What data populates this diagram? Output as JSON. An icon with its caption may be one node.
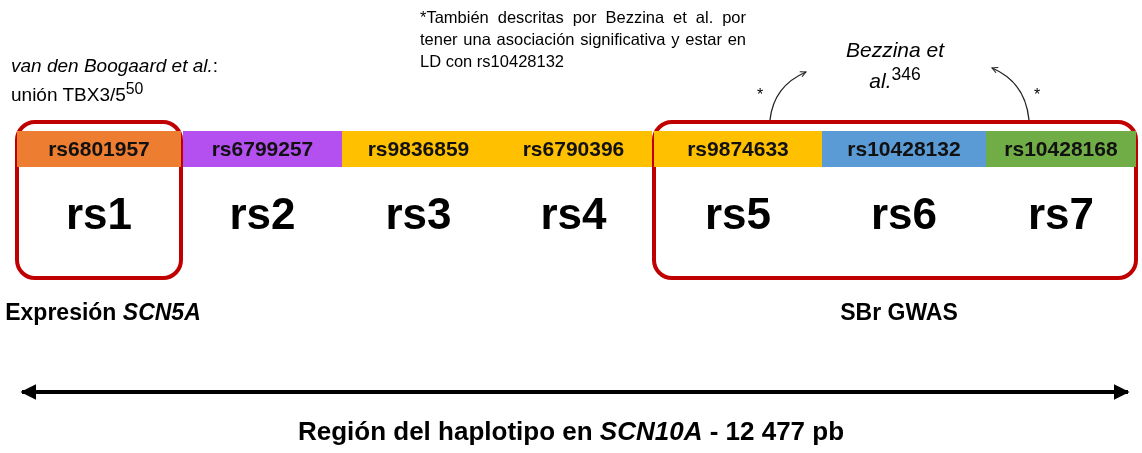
{
  "diagram": {
    "nodes": [
      {
        "text": [
          "Expresión *SCN5A*"
        ],
        "beside": [
          "*van den Boogaard et al.*: unión TBX3/5$^{50}$"
        ]
      },
      {
        "text": [
          "rs6801957",
          "rs1"
        ],
        "in": 0
      },
      {
        "text": [
          "rs6799257",
          "rs2"
        ]
      },
      {
        "text": [
          "rs9836859",
          "rs3"
        ]
      },
      {
        "text": [
          "rs6790396",
          "rs4"
        ]
      },
      {
        "text": [
          "SBr GWAS"
        ]
      },
      {
        "text": [
          "rs9874633",
          "rs5"
        ],
        "in": 5
      },
      {
        "text": [
          "rs10428132",
          "rs6"
        ],
        "in": 5
      },
      {
        "text": [
          "rs10428168",
          "rs7"
        ],
        "in": 5
      },
      {
        "text": [
          "*Bezzina et al.*$^{346}$"
        ]
      }
    ],
    "edges": [
      {
        "from": 6,
        "to": 9,
        "arrow": "to",
        "label": "*"
      },
      {
        "from": 8,
        "to": 9,
        "arrow": "to",
        "label": "*"
      }
    ],
    "labels": [
      "*También descritas por Bezzina et al. por tener una asociación significativa y estar en LD con rs10428132",
      "Región del haplotipo en *SCN10A* - 12 477 pb"
    ]
  }
}
